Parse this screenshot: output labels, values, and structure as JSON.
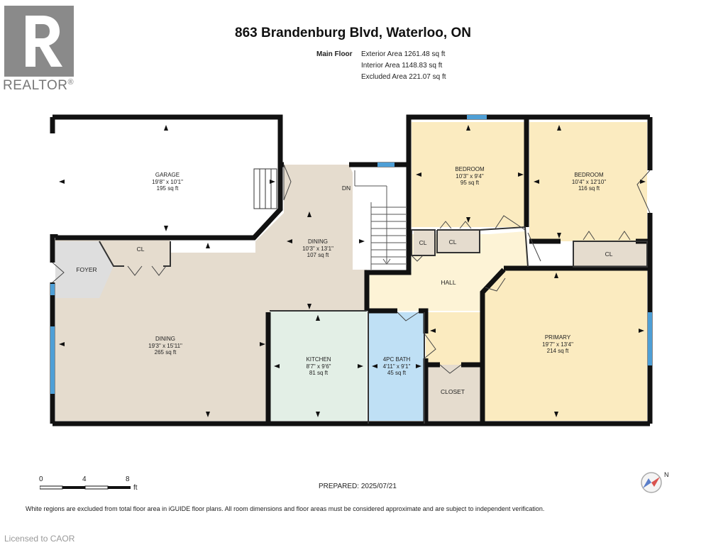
{
  "title": "863 Brandenburg Blvd, Waterloo, ON",
  "floor": {
    "name": "Main Floor",
    "exterior_area": "Exterior Area 1261.48 sq ft",
    "interior_area": "Interior Area 1148.83 sq ft",
    "excluded_area": "Excluded Area 221.07 sq ft"
  },
  "branding": {
    "realtor": "REALTOR",
    "registered": "®",
    "licensed": "Licensed to CAOR"
  },
  "rooms": {
    "garage": {
      "name": "GARAGE",
      "dims": "19'8\" x 10'1\"",
      "area": "195 sq ft"
    },
    "dining_top": {
      "name": "DINING",
      "dims": "10'3\" x 13'1\"",
      "area": "107 sq ft"
    },
    "dining_main": {
      "name": "DINING",
      "dims": "19'3\" x 15'11\"",
      "area": "265 sq ft"
    },
    "kitchen": {
      "name": "KITCHEN",
      "dims": "8'7\" x 9'6\"",
      "area": "81 sq ft"
    },
    "bath": {
      "name": "4PC BATH",
      "dims": "4'11\" x 9'1\"",
      "area": "45 sq ft"
    },
    "bedroom1": {
      "name": "BEDROOM",
      "dims": "10'3\" x 9'4\"",
      "area": "95 sq ft"
    },
    "bedroom2": {
      "name": "BEDROOM",
      "dims": "10'4\" x 12'10\"",
      "area": "116 sq ft"
    },
    "primary": {
      "name": "PRIMARY",
      "dims": "19'7\" x 13'4\"",
      "area": "214 sq ft"
    }
  },
  "labels": {
    "foyer": "FOYER",
    "hall": "HALL",
    "closet": "CLOSET",
    "cl_foyer": "CL",
    "cl_hall_1": "CL",
    "cl_hall_2": "CL",
    "cl_bedroom2": "CL",
    "dn": "DN"
  },
  "scale": {
    "ticks": [
      "0",
      "4",
      "8"
    ],
    "unit": "ft"
  },
  "compass": {
    "north": "N"
  },
  "prepared": "PREPARED: 2025/07/21",
  "footer_note": "White regions are excluded from total floor area in iGUIDE floor plans. All room dimensions and floor areas must be considered approximate and are subject to independent verification.",
  "colors": {
    "wall": "#111111",
    "dining": "#e5dcce",
    "kitchen": "#e3efe6",
    "bath": "#bfe0f5",
    "bedroom": "#fbebc0",
    "hall": "#fdf3d6",
    "closet": "#e5dcce",
    "window": "#4e9fd6"
  }
}
